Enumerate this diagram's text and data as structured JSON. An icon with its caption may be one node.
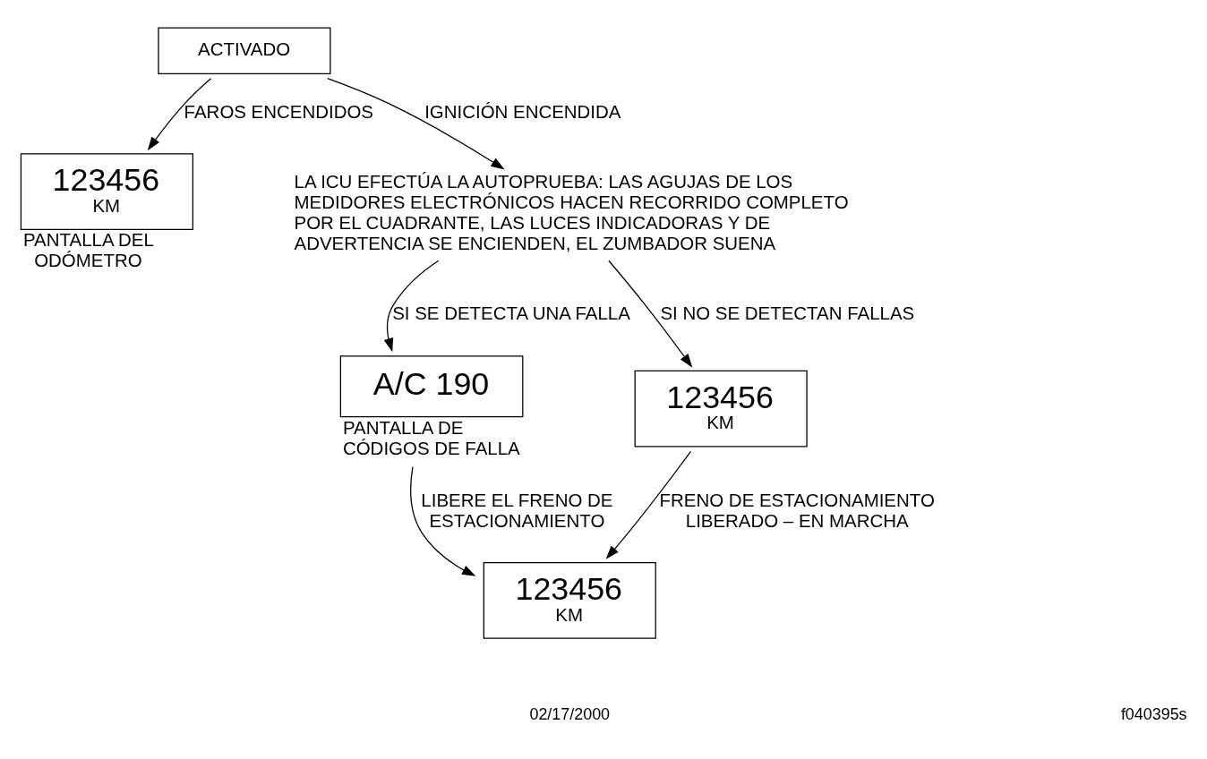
{
  "diagram": {
    "nodes": [
      {
        "text": [
          "ACTIVADO"
        ]
      },
      {
        "text": [
          "123456",
          "KM"
        ],
        "beside": [
          "PANTALLA DEL ODÓMETRO"
        ]
      },
      {
        "text": [
          "LA ICU EFECTÚA LA AUTOPRUEBA: LAS AGUJAS DE LOS MEDIDORES ELECTRÓNICOS HACEN RECORRIDO COMPLETO POR EL CUADRANTE, LAS LUCES INDICADORAS Y DE ADVERTENCIA SE ENCIENDEN, EL ZUMBADOR SUENA"
        ]
      },
      {
        "text": [
          "A/C 190"
        ],
        "beside": [
          "PANTALLA DE CÓDIGOS DE FALLA"
        ]
      },
      {
        "text": [
          "123456",
          "KM"
        ]
      },
      {
        "text": [
          "123456",
          "KM"
        ]
      }
    ],
    "edges": [
      {
        "from": 0,
        "to": 1,
        "arrow": "to",
        "label": "FAROS ENCENDIDOS"
      },
      {
        "from": 0,
        "to": 2,
        "arrow": "to",
        "label": "IGNICIÓN ENCENDIDA"
      },
      {
        "from": 2,
        "to": 4,
        "arrow": "to",
        "label": "SI NO SE DETECTAN FALLAS"
      },
      {
        "from": 2,
        "to": 3,
        "arrow": "to",
        "label": "SI SE DETECTA UNA FALLA"
      },
      {
        "from": 4,
        "to": 5,
        "arrow": "to",
        "label": "FRENO DE ESTACIONAMIENTO LIBERADO – EN MARCHA"
      },
      {
        "from": 3,
        "to": 5,
        "arrow": "to",
        "label": "LIBERE EL FRENO DE ESTACIONAMIENTO"
      }
    ],
    "labels": [
      "02/17/2000",
      "f040395s"
    ]
  }
}
